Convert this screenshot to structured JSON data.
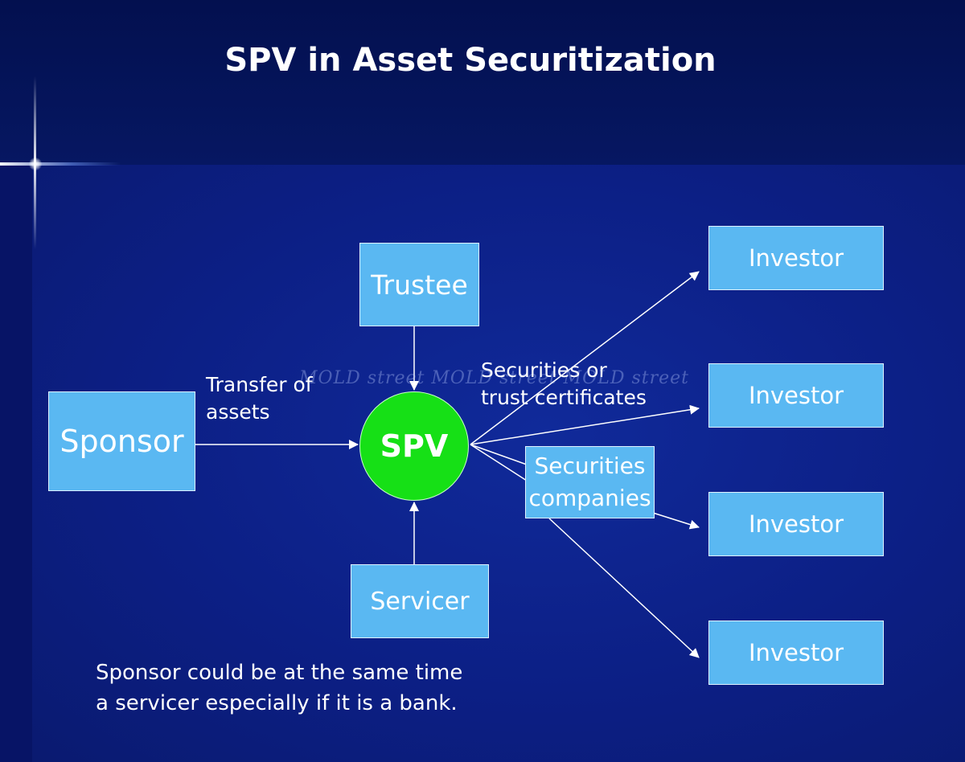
{
  "slide": {
    "title": "SPV in Asset Securitization"
  },
  "nodes": {
    "sponsor": "Sponsor",
    "trustee": "Trustee",
    "spv": "SPV",
    "servicer": "Servicer",
    "securities_companies": [
      "Securities",
      "companies"
    ],
    "investors": [
      "Investor",
      "Investor",
      "Investor",
      "Investor"
    ]
  },
  "labels": {
    "transfer_of_assets": [
      "Transfer of",
      "assets"
    ],
    "securities_or_trust_certificates": [
      "Securities or",
      "trust certificates"
    ]
  },
  "note": [
    "Sponsor could be at the same time",
    "a servicer especially if it is a bank."
  ],
  "watermark": "MOLD street MOLD street MOLD street",
  "colors": {
    "background": "#0c1f85",
    "box_fill": "#5ab8f2",
    "spv_fill": "#16e016",
    "text": "#ffffff"
  }
}
